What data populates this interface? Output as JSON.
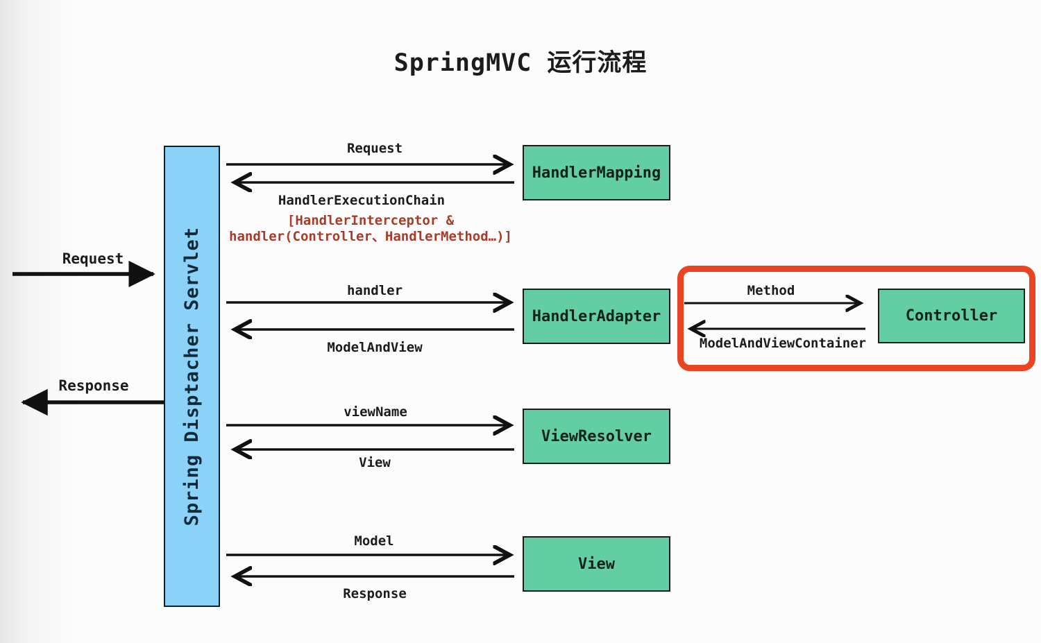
{
  "title": "SpringMVC 运行流程",
  "servlet": {
    "label": "Spring Disptacher Servlet"
  },
  "boxes": {
    "handler_mapping": "HandlerMapping",
    "handler_adapter": "HandlerAdapter",
    "view_resolver": "ViewResolver",
    "view": "View",
    "controller": "Controller"
  },
  "flows": {
    "incoming_request": "Request",
    "outgoing_response": "Response",
    "to_mapping": "Request",
    "from_mapping": "HandlerExecutionChain",
    "from_mapping_note_line1": "[HandlerInterceptor &",
    "from_mapping_note_line2": "handler(Controller、HandlerMethod…)]",
    "to_adapter": "handler",
    "from_adapter": "ModelAndView",
    "to_controller": "Method",
    "from_controller": "ModelAndViewContainer",
    "to_resolver": "viewName",
    "from_resolver": "View",
    "to_view": "Model",
    "from_view": "Response"
  },
  "colors": {
    "component_fill": "#63cda3",
    "servlet_fill": "#8ad2f7",
    "highlight_frame": "#ea4522",
    "note_text": "#a93b28",
    "line": "#111111"
  }
}
